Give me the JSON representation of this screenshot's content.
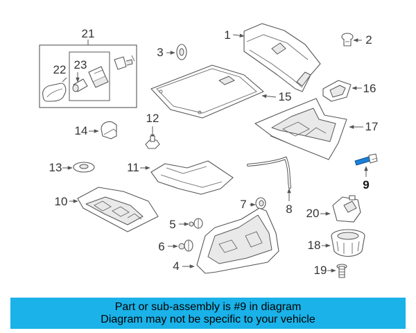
{
  "callouts": {
    "p1": "1",
    "p2": "2",
    "p3": "3",
    "p4": "4",
    "p5": "5",
    "p6": "6",
    "p7": "7",
    "p8": "8",
    "p9": "9",
    "p10": "10",
    "p11": "11",
    "p12": "12",
    "p13": "13",
    "p14": "14",
    "p15": "15",
    "p16": "16",
    "p17": "17",
    "p18": "18",
    "p19": "19",
    "p20": "20",
    "p21": "21",
    "p22": "22",
    "p23": "23"
  },
  "banner": {
    "line1": "Part or sub-assembly is #9 in diagram",
    "line2": "Diagram may not be specific to your vehicle"
  },
  "colors": {
    "banner_bg": "#1ab2e8",
    "highlight_part": "#1a7fd8",
    "line": "#555555"
  }
}
